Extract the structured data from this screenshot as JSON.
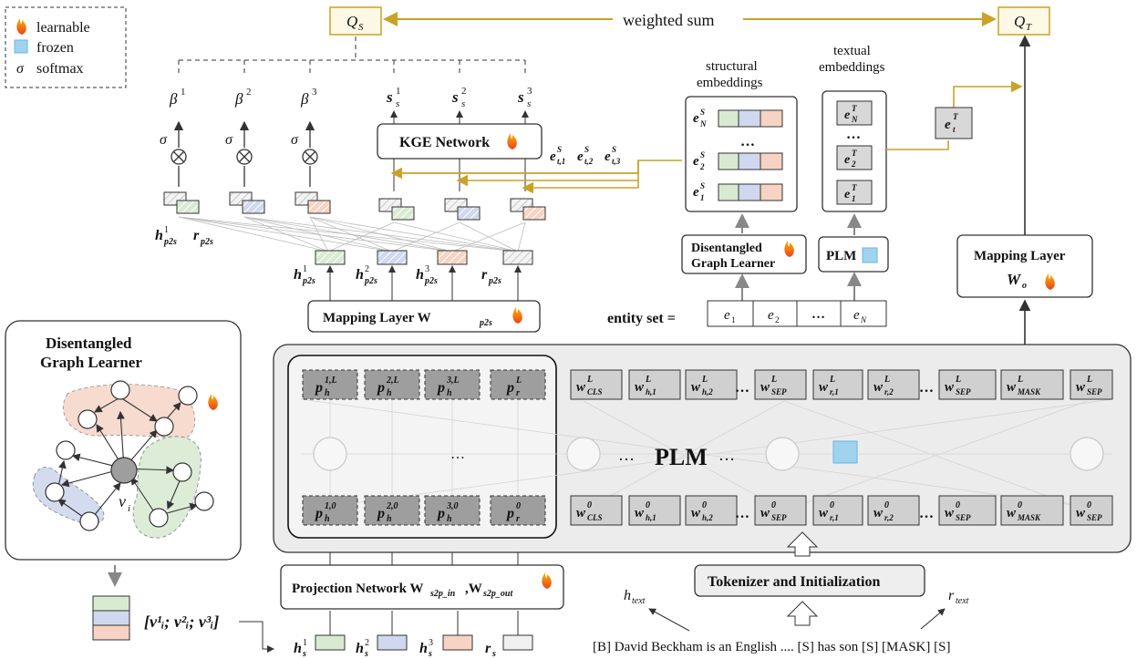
{
  "legend": {
    "learnable": "learnable",
    "frozen": "frozen",
    "softmax_symbol": "σ",
    "softmax": "softmax"
  },
  "top": {
    "qs": "Q",
    "qs_sub": "S",
    "qt": "Q",
    "qt_sub": "T",
    "weighted_sum": "weighted sum"
  },
  "attention": {
    "beta": "β",
    "sigma": "σ",
    "betas": [
      "1",
      "2",
      "3"
    ],
    "scores": [
      "1",
      "2",
      "3"
    ],
    "score_base": "s",
    "score_sub": "s"
  },
  "kge": {
    "label": "KGE Network"
  },
  "triple_labels": [
    "e",
    "e",
    "e"
  ],
  "triple_subs": [
    "t,1",
    "t,2",
    "t,3"
  ],
  "triple_sup": "S",
  "h_p2s": "h",
  "h_p2s_sub": "p2s",
  "r_p2s": "r",
  "mapping_p2s": {
    "label": "Mapping Layer W",
    "sub": "p2s"
  },
  "structural": {
    "title_1": "structural",
    "title_2": "embeddings",
    "rows": [
      "N",
      "2",
      "1"
    ],
    "dots": "…"
  },
  "textual": {
    "title_1": "textual",
    "title_2": "embeddings",
    "rows": [
      "N",
      "2",
      "1"
    ],
    "dots": "…",
    "et": "t"
  },
  "dgl_small": {
    "line1": "Disentangled",
    "line2": "Graph Learner"
  },
  "plm_small": {
    "label": "PLM"
  },
  "entity_set": {
    "label": "entity set =",
    "items": [
      "e",
      "e",
      "…",
      "e"
    ],
    "subs": [
      "1",
      "2",
      "",
      "N"
    ]
  },
  "mapping_out": {
    "label": "Mapping Layer",
    "w": "W",
    "w_sub": "o"
  },
  "dgl_panel": {
    "title_1": "Disentangled",
    "title_2": "Graph Learner",
    "node": "v",
    "node_sub": "i"
  },
  "concat": {
    "text": "[v¹ᵢ; v²ᵢ; v³ᵢ]"
  },
  "plm": {
    "label": "PLM",
    "dots": "…",
    "prompt_top": [
      "1,L",
      "2,L",
      "3,L",
      "L"
    ],
    "prompt_bot": [
      "1,0",
      "2,0",
      "3,0",
      "0"
    ],
    "tokens_top_sub": [
      "CLS",
      "h,1",
      "h,2",
      "SEP",
      "r,1",
      "r,2",
      "SEP",
      "MASK",
      "SEP"
    ],
    "tokens_bot_sub": [
      "CLS",
      "h,1",
      "h,2",
      "SEP",
      "r,1",
      "r,2",
      "SEP",
      "MASK",
      "SEP"
    ],
    "ellipsis": "…"
  },
  "projection": {
    "label": "Projection Network W",
    "sub1": "s2p_in",
    "sub2": "s2p_out"
  },
  "inputs": {
    "labels": [
      "h",
      "h",
      "h",
      "r"
    ],
    "sups": [
      "1",
      "2",
      "3",
      ""
    ],
    "subs": [
      "s",
      "s",
      "s",
      "s"
    ]
  },
  "tokenizer": {
    "label": "Tokenizer and Initialization"
  },
  "h_text": {
    "base": "h",
    "sub": "text"
  },
  "r_text": {
    "base": "r",
    "sub": "text"
  },
  "sentence": {
    "text": "[B]  David Beckham is an English  ....  [S]   has son   [S]   [MASK]  [S]"
  },
  "colors": {
    "gold": "#c9a227",
    "green": "#d9ead3",
    "blue": "#cfd8ee",
    "orange": "#f6d3c2",
    "gray": "#eeeeee",
    "dark_gray": "#9e9e9e",
    "panel": "#ececec"
  }
}
